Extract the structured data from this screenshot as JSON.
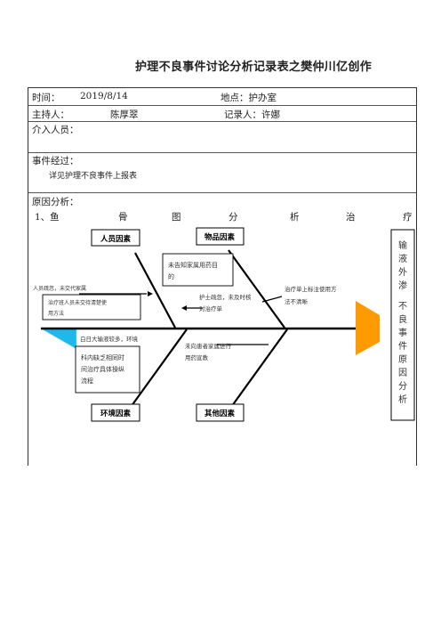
{
  "title": "护理不良事件讨论分析记录表之樊仲川亿创作",
  "meta": {
    "time_label": "时间：",
    "time_value": "2019/8/14",
    "place": "地点：护办室",
    "host_label": "主持人：",
    "host_value": "陈厚翠",
    "recorder": "记录人：许娜",
    "participants_label": "介入人员："
  },
  "event": {
    "label": "事件经过：",
    "detail": "详见护理不良事件上报表"
  },
  "cause": {
    "label": "原因分析：",
    "method_chars": [
      "1、鱼",
      "骨",
      "图",
      "分",
      "析",
      "治",
      "疗"
    ]
  },
  "fishbone": {
    "categories": {
      "person": "人员因素",
      "material": "物品因素",
      "environment": "环境因素",
      "other": "其他因素"
    },
    "causes": {
      "c1": [
        "未告知家属用药目",
        "的"
      ],
      "c2": "人员疏忽，未交代家属",
      "c3": [
        "治疗班人员未交待清楚使",
        "用方法"
      ],
      "c4": [
        "护士疏忽，未及时核",
        "对治疗单"
      ],
      "c5": [
        "治疗单上标注使用方",
        "法不清晰"
      ],
      "c6": "白日大输液较多，环境",
      "c7": [
        "科内缺乏相同时",
        "间治疗具体操纵",
        "流程"
      ],
      "c8": [
        "未向患者家属进行",
        "用药宣教"
      ]
    },
    "head_chars": [
      "输",
      "液",
      "外",
      "渗",
      "",
      "不",
      "良",
      "事",
      "件",
      "原",
      "因",
      "分",
      "析"
    ],
    "colors": {
      "tail": "#1fb8ea",
      "head": "#ff9a00"
    }
  }
}
